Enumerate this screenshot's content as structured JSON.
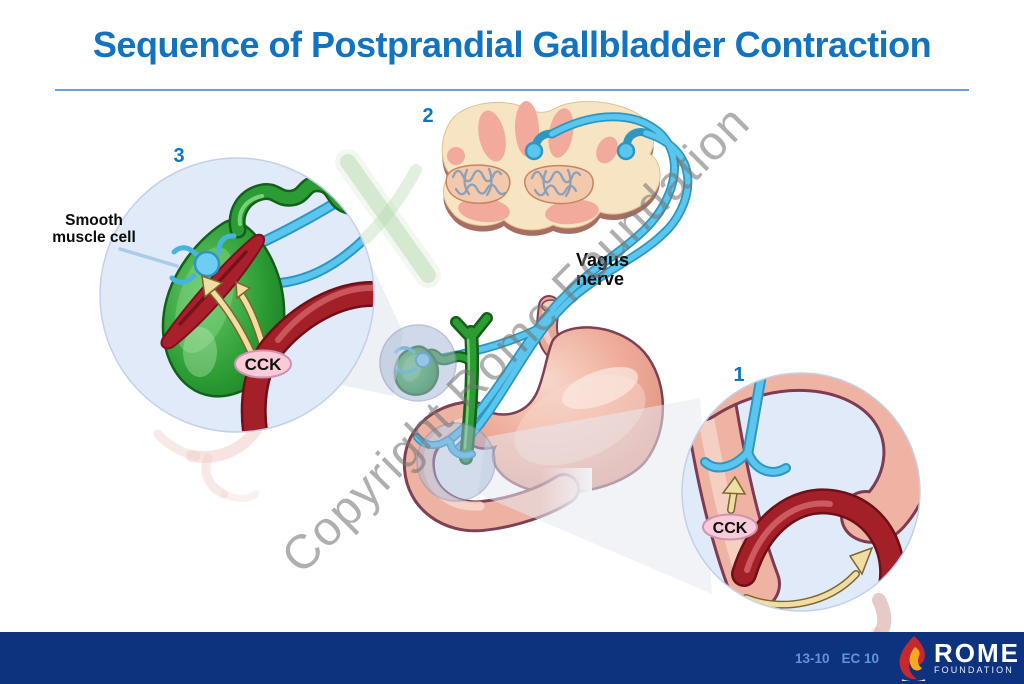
{
  "title": "Sequence of Postprandial Gallbladder Contraction",
  "watermark": "Copyright Rome Foundation",
  "steps": {
    "one": "1",
    "two": "2",
    "three": "3"
  },
  "labels": {
    "smooth_muscle_cell": "Smooth muscle cell",
    "vagus_nerve": "Vagus nerve",
    "cck": "CCK"
  },
  "footer": {
    "slide_code": "13-10",
    "ec_code": "EC 10",
    "brand": "ROME",
    "brand_sub": "FOUNDATION"
  },
  "colors": {
    "title_blue": "#1273c0",
    "divider_blue": "#5b8cc6",
    "footer_bar_blue": "#0d337f",
    "footer_code_blue": "#6094d8",
    "nerve_blue": "#5ac6ee",
    "gallbladder_green": "#2b9c33",
    "vessel_red": "#a42029",
    "muscle_red": "#a8202c",
    "stomach_pink": "#edb2a2",
    "cck_badge_pink": "#f9cbd9",
    "arrow_tan": "#f0dda4",
    "zoom_circle_fill": "#e0eaf8",
    "brainstem_cream": "#f7e4c2",
    "watermark_gray": "#767676",
    "logo_flame_red": "#c5282e",
    "logo_flame_yellow": "#f6a81e"
  }
}
